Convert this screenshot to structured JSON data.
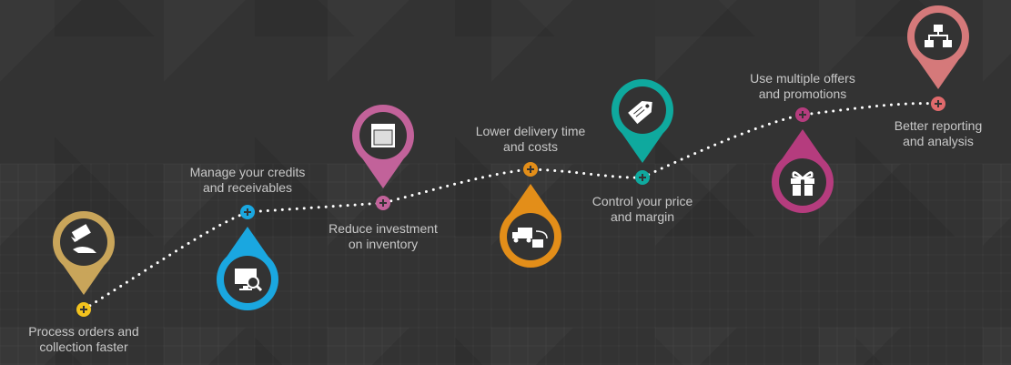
{
  "steps": [
    {
      "line1": "Process orders and",
      "line2": "collection faster",
      "color": "#c9a55a",
      "dot": "#f2c21e",
      "icon": "hand-money-icon"
    },
    {
      "line1": "Manage your credits",
      "line2": "and receivables",
      "color": "#1aa7e0",
      "dot": "#1aa7e0",
      "icon": "monitor-search-icon"
    },
    {
      "line1": "Reduce investment",
      "line2": "on inventory",
      "color": "#c2629a",
      "dot": "#c2629a",
      "icon": "box-icon"
    },
    {
      "line1": "Lower delivery time",
      "line2": "and costs",
      "color": "#e38e19",
      "dot": "#e38e19",
      "icon": "truck-icon"
    },
    {
      "line1": "Control your price",
      "line2": "and margin",
      "color": "#0fa99e",
      "dot": "#0fa99e",
      "icon": "price-tag-icon"
    },
    {
      "line1": "Use multiple offers",
      "line2": "and promotions",
      "color": "#b53c7e",
      "dot": "#b53c7e",
      "icon": "gift-icon"
    },
    {
      "line1": "Better reporting",
      "line2": "and analysis",
      "color": "#d5797a",
      "dot": "#e06a6c",
      "icon": "hierarchy-icon"
    }
  ]
}
